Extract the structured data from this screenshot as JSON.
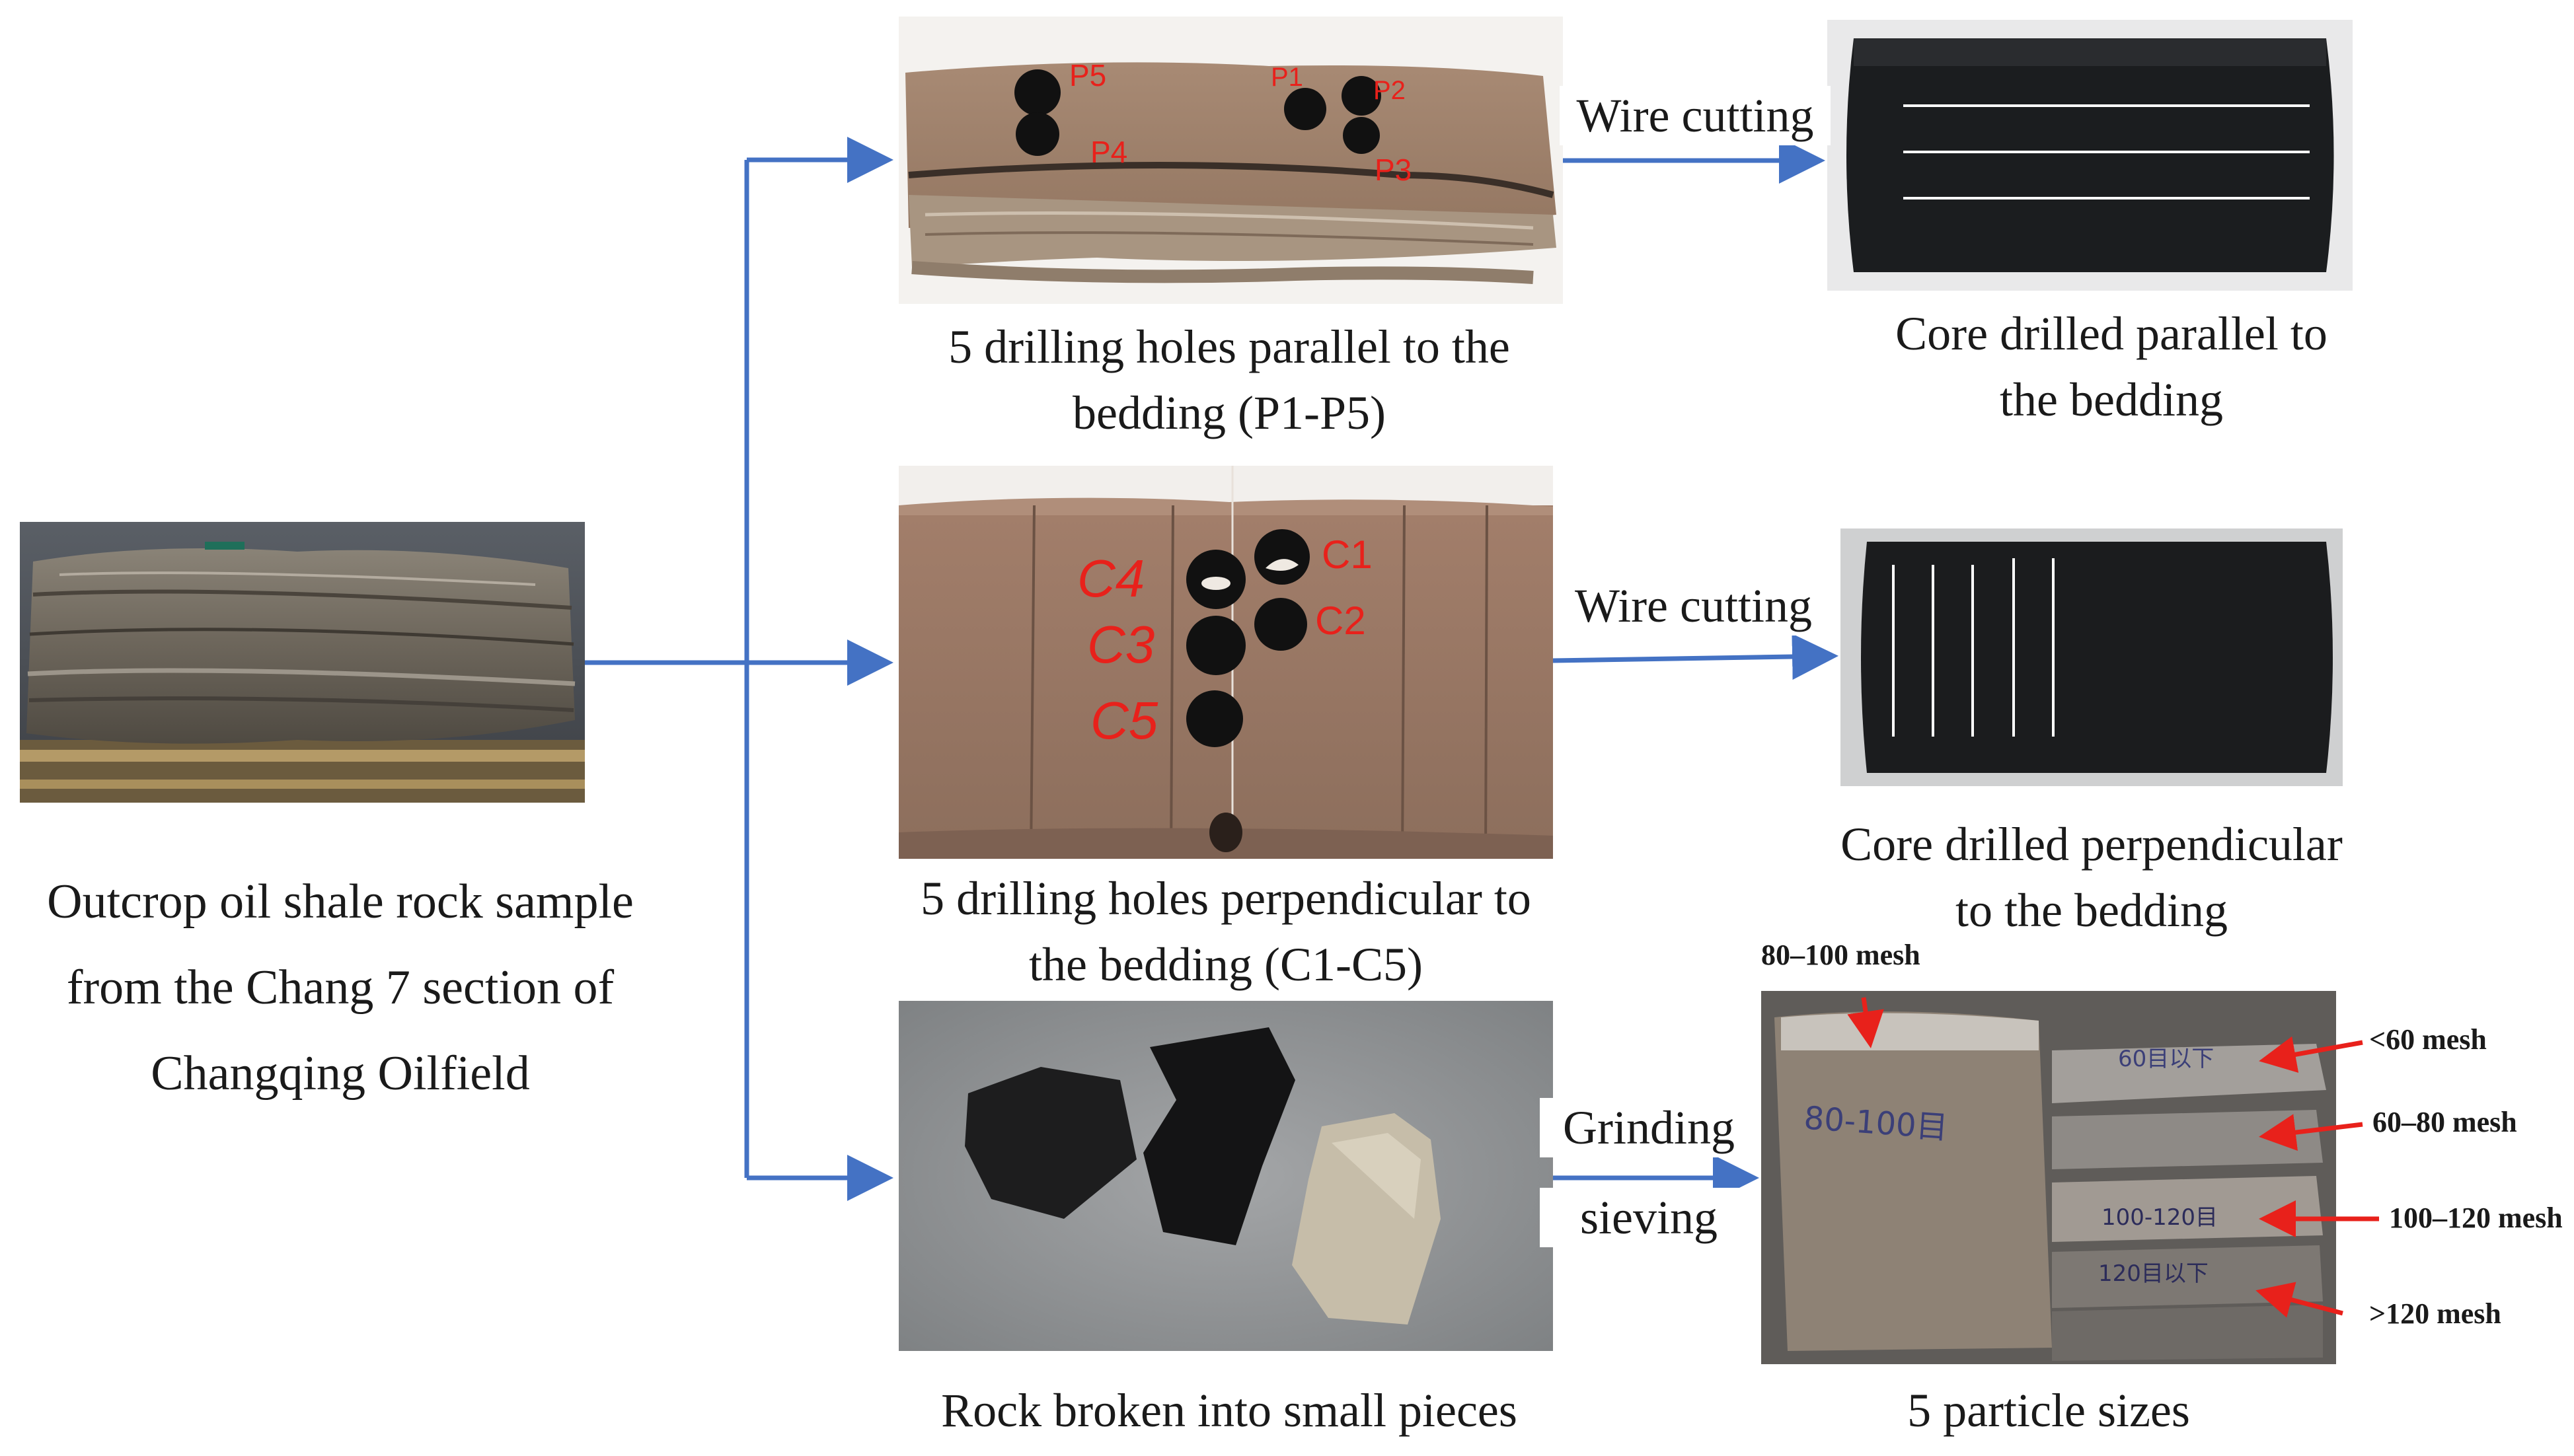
{
  "colors": {
    "flow_arrow": "#4472C4",
    "marker_arrow": "#E8211B",
    "hole_label": "#E8211B"
  },
  "captions": {
    "source": [
      "Outcrop oil shale rock sample",
      "from the Chang 7 section of",
      "Changqing Oilfield"
    ],
    "parallel_holes": [
      "5 drilling holes parallel to the",
      "bedding (P1-P5)"
    ],
    "parallel_core": [
      "Core drilled parallel to",
      "the bedding"
    ],
    "perpendicular_holes": [
      "5 drilling holes perpendicular to",
      "the bedding (C1-C5)"
    ],
    "perpendicular_core": [
      "Core drilled perpendicular",
      "to the bedding"
    ],
    "broken": [
      "Rock broken into small pieces"
    ],
    "particles": [
      "5 particle sizes"
    ]
  },
  "arrow_labels": {
    "wire_cutting_1": "Wire cutting",
    "wire_cutting_2": "Wire cutting",
    "grinding": "Grinding",
    "sieving": "sieving"
  },
  "hole_labels": {
    "parallel": [
      "P5",
      "P4",
      "P1",
      "P2",
      "P3"
    ],
    "perpendicular": [
      "C4",
      "C3",
      "C5",
      "C1",
      "C2"
    ]
  },
  "mesh_labels": {
    "m80_100": "80–100 mesh",
    "lt60": "<60 mesh",
    "m60_80": "60–80 mesh",
    "m100_120": "100–120 mesh",
    "gt120": ">120 mesh"
  },
  "bag_text": {
    "big": "80-100目",
    "top_right": "60目以下",
    "mid": "100-120目",
    "low": "120目以下"
  }
}
